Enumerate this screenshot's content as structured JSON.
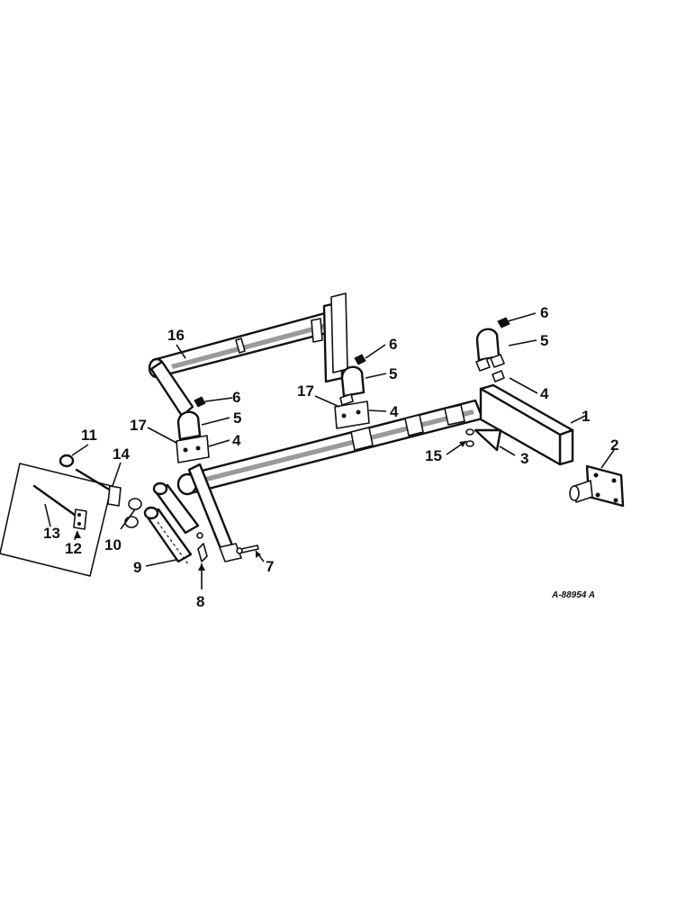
{
  "callouts": {
    "c1": "1",
    "c2": "2",
    "c3": "3",
    "c4a": "4",
    "c4b": "4",
    "c4c": "4",
    "c5a": "5",
    "c5b": "5",
    "c5c": "5",
    "c6a": "6",
    "c6b": "6",
    "c6c": "6",
    "c7": "7",
    "c8": "8",
    "c9": "9",
    "c10": "10",
    "c11": "11",
    "c12": "12",
    "c13": "13",
    "c14": "14",
    "c15": "15",
    "c16": "16",
    "c17a": "17",
    "c17b": "17"
  },
  "reference_number": "A-88954 A"
}
